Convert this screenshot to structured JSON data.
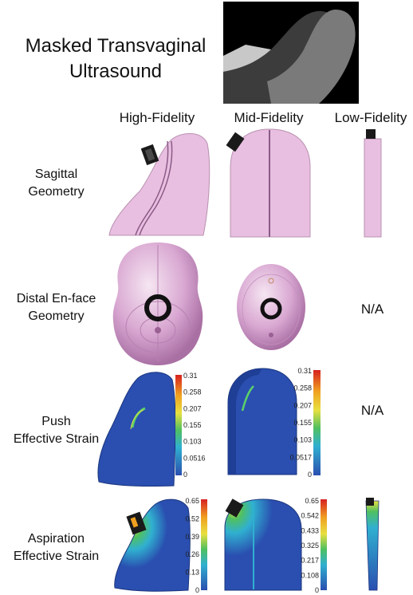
{
  "title_line1": "Masked Transvaginal",
  "title_line2": "Ultrasound",
  "columns": [
    "High-Fidelity",
    "Mid-Fidelity",
    "Low-Fidelity"
  ],
  "rows": [
    {
      "line1": "Sagittal",
      "line2": "Geometry"
    },
    {
      "line1": "Distal En-face",
      "line2": "Geometry"
    },
    {
      "line1": "Push",
      "line2": "Effective Strain"
    },
    {
      "line1": "Aspiration",
      "line2": "Effective Strain"
    }
  ],
  "na_label": "N/A",
  "colorbars": {
    "push_high": [
      "0.31",
      "0.258",
      "0.207",
      "0.155",
      "0.103",
      "0.0516",
      "0"
    ],
    "push_mid": [
      "0.31",
      "0.258",
      "0.207",
      "0.155",
      "0.103",
      "0.0517",
      "0"
    ],
    "asp_high": [
      "0.65",
      "0.52",
      "0.39",
      "0.26",
      "0.13",
      "0"
    ],
    "asp_mid": [
      "0.65",
      "0.542",
      "0.433",
      "0.325",
      "0.217",
      "0.108",
      "0"
    ]
  },
  "colors": {
    "tissue_pink": "#e8bfe0",
    "strain_blue": "#2a4fb0",
    "probe": "#1a1a1a"
  }
}
